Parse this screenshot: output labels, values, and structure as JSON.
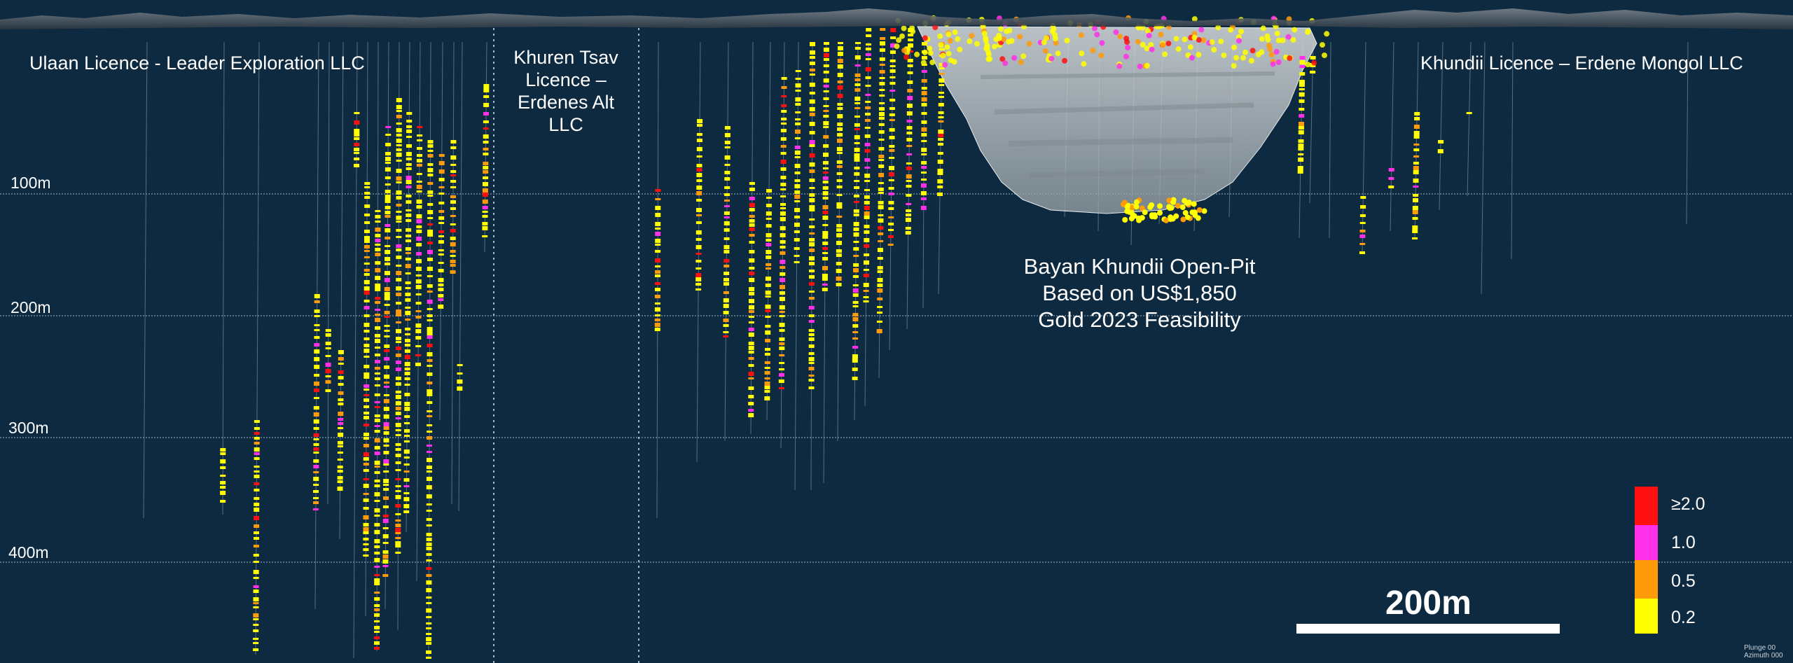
{
  "licences": {
    "ulaan": "Ulaan Licence - Leader Exploration LLC",
    "khuren_tsav": [
      "Khuren Tsav",
      "Licence –",
      "Erdenes Alt",
      "LLC"
    ],
    "khundii": "Khundii Licence – Erdene Mongol LLC"
  },
  "depth_levels": [
    "100m",
    "200m",
    "300m",
    "400m"
  ],
  "pit_annotation": [
    "Bayan Khundii Open-Pit",
    "Based on US$1,850",
    "Gold 2023 Feasibility"
  ],
  "legend": [
    {
      "label": "≥2.0",
      "color": "#ff1010"
    },
    {
      "label": "1.0",
      "color": "#ff30e8"
    },
    {
      "label": "0.5",
      "color": "#ff9a08"
    },
    {
      "label": "0.2",
      "color": "#ffff00"
    }
  ],
  "scale_bar": {
    "label": "200m"
  },
  "view_info": [
    "Plunge 00",
    "Azimuth 000"
  ],
  "colors": {
    "background": "#0e2a40",
    "drill_trace": "#8fa6b8",
    "pit_shell": "#b9c0c4",
    "terrain": "#3c4650"
  }
}
